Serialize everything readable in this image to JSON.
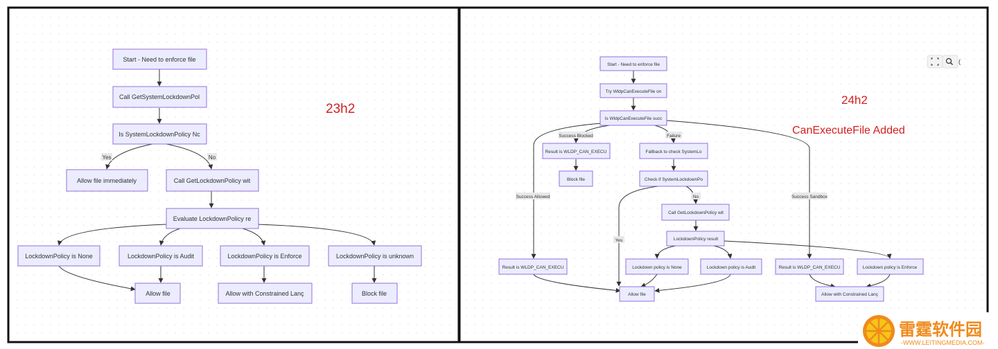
{
  "left_panel": {
    "note": "23h2",
    "nodes": [
      {
        "id": "start",
        "label": "Start - Need to enforce file"
      },
      {
        "id": "call_gsl",
        "label": "Call GetSystemLockdownPol"
      },
      {
        "id": "is_slp",
        "label": "Is SystemLockdownPolicy Nc"
      },
      {
        "id": "allow_imm",
        "label": "Allow file immediately"
      },
      {
        "id": "call_glp",
        "label": "Call GetLockdownPolicy wit"
      },
      {
        "id": "eval",
        "label": "Evaluate LockdownPolicy re"
      },
      {
        "id": "lp_none",
        "label": "LockdownPolicy is None"
      },
      {
        "id": "lp_audit",
        "label": "LockdownPolicy is Audit"
      },
      {
        "id": "lp_enforce",
        "label": "LockdownPolicy is Enforce"
      },
      {
        "id": "lp_unknown",
        "label": "LockdownPolicy is unknown"
      },
      {
        "id": "allow_file",
        "label": "Allow file"
      },
      {
        "id": "allow_cl",
        "label": "Allow with Constrained Lanç"
      },
      {
        "id": "block_file",
        "label": "Block file"
      }
    ],
    "edge_labels": {
      "yes": "Yes",
      "no": "No"
    }
  },
  "right_panel": {
    "note_version": "24h2",
    "note_added": "CanExecuteFile Added",
    "nodes": [
      {
        "id": "start",
        "label": "Start - Need to enforce file"
      },
      {
        "id": "try_wldp",
        "label": "Try WldpCanExecuteFile on"
      },
      {
        "id": "is_wldp",
        "label": "Is WldpCanExecuteFile succ"
      },
      {
        "id": "res_blocked",
        "label": "Result is WLDP_CAN_EXECU"
      },
      {
        "id": "fallback",
        "label": "Fallback to check SystemLo"
      },
      {
        "id": "block_file",
        "label": "Block file"
      },
      {
        "id": "check_slp",
        "label": "Check if SystemLockdownPo"
      },
      {
        "id": "call_glp",
        "label": "Call GetLockdownPolicy wit"
      },
      {
        "id": "lp_result",
        "label": "LockdownPolicy result"
      },
      {
        "id": "res_allowed",
        "label": "Result is WLDP_CAN_EXECU"
      },
      {
        "id": "lp_none",
        "label": "Lockdown policy is None"
      },
      {
        "id": "lp_audit",
        "label": "Lockdown policy is Audit"
      },
      {
        "id": "res_sandbox",
        "label": "Result is WLDP_CAN_EXECU"
      },
      {
        "id": "lp_enforce",
        "label": "Lockdown policy is Enforce"
      },
      {
        "id": "allow_file",
        "label": "Allow file"
      },
      {
        "id": "allow_cl",
        "label": "Allow with Constrained Lanç"
      }
    ],
    "edge_labels": {
      "success_blocked": "Success Blocked",
      "failure": "Failure",
      "success_allowed": "Success Allowed",
      "success_sandbox": "Success Sandbox",
      "no": "No",
      "yes": "Yes"
    },
    "toolbar": {
      "fullscreen_icon": "fullscreen-icon",
      "zoom_icon": "zoom-in-icon"
    }
  },
  "watermark": {
    "brand": "雷霆软件园",
    "url": "-WWW.LEITINGMEDIA.COM-",
    "colors": {
      "orange": "#f08a1c",
      "yellow": "#f5c518"
    }
  }
}
